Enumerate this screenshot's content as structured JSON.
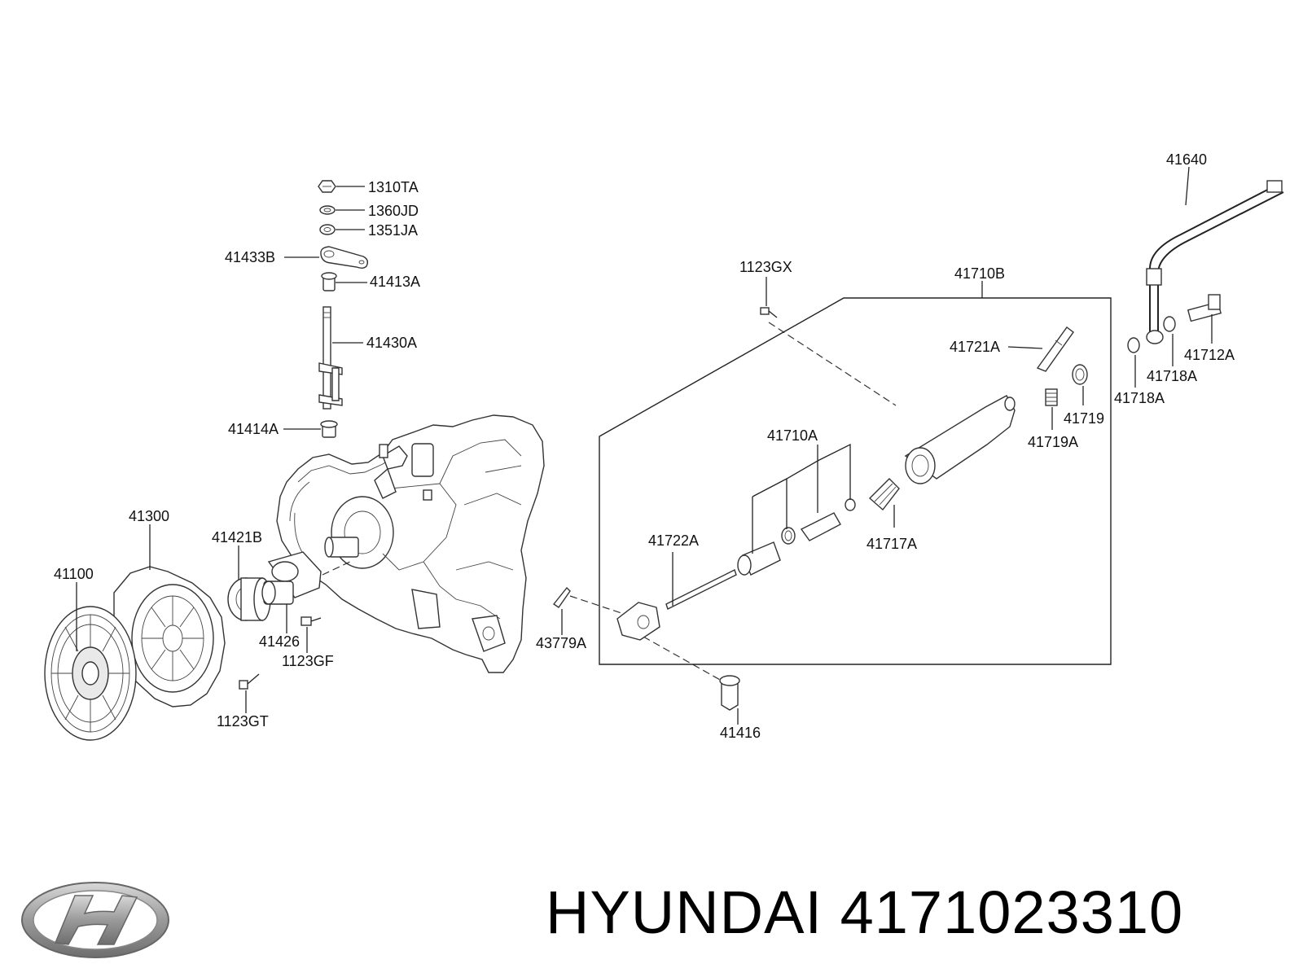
{
  "caption": {
    "brand": "HYUNDAI",
    "part_number": "4171023310"
  },
  "logo": {
    "icon": "hyundai-logo-icon",
    "color": "#9a9a9a"
  },
  "labels": {
    "l1310TA": "1310TA",
    "l1360JD": "1360JD",
    "l1351JA": "1351JA",
    "l41433B": "41433B",
    "l41413A": "41413A",
    "l41430A": "41430A",
    "l41414A": "41414A",
    "l41300": "41300",
    "l41100": "41100",
    "l41421B": "41421B",
    "l41426": "41426",
    "l1123GF": "1123GF",
    "l1123GT": "1123GT",
    "l43779A": "43779A",
    "l41416": "41416",
    "l1123GX": "1123GX",
    "l41710B": "41710B",
    "l41721A": "41721A",
    "l41710A": "41710A",
    "l41722A": "41722A",
    "l41717A": "41717A",
    "l41719": "41719",
    "l41719A": "41719A",
    "l41640": "41640",
    "l41712A": "41712A",
    "l41718A_1": "41718A",
    "l41718A_2": "41718A"
  }
}
